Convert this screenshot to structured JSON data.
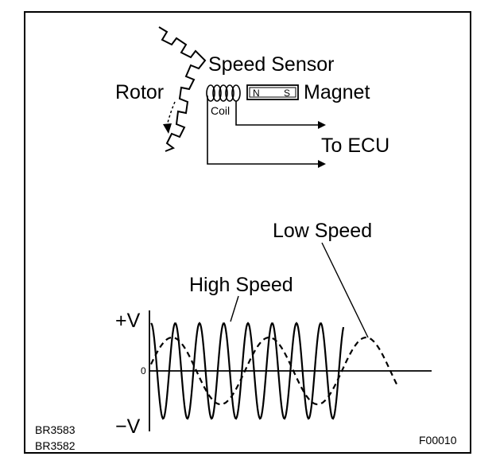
{
  "labels": {
    "speed_sensor": "Speed Sensor",
    "rotor": "Rotor",
    "magnet": "Magnet",
    "coil": "Coil",
    "magnet_n": "N",
    "magnet_s": "S",
    "to_ecu": "To ECU",
    "low_speed": "Low Speed",
    "high_speed": "High Speed",
    "plus_v": "+V",
    "minus_v": "−V",
    "zero": "0"
  },
  "codes": {
    "code_1": "BR3583",
    "code_2": "BR3582",
    "figure_id": "F00010"
  }
}
